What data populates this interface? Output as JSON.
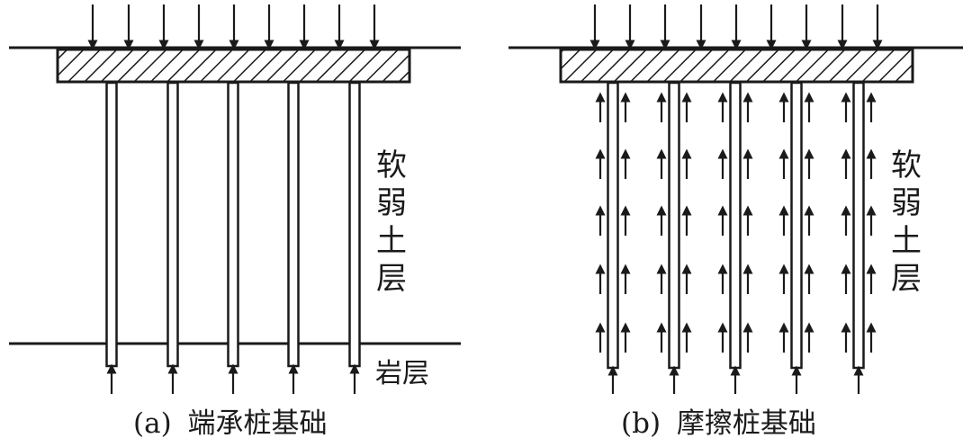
{
  "panel_a": {
    "soil_label": [
      "软",
      "弱",
      "土",
      "层"
    ],
    "rock_label": "岩层",
    "caption_prefix": "(a)",
    "caption": "端承桩基础"
  },
  "panel_b": {
    "soil_label": [
      "软",
      "弱",
      "土",
      "层"
    ],
    "caption_prefix": "(b)",
    "caption": "摩擦桩基础"
  },
  "colors": {
    "line": "#1a1a1a",
    "background": "#ffffff"
  }
}
